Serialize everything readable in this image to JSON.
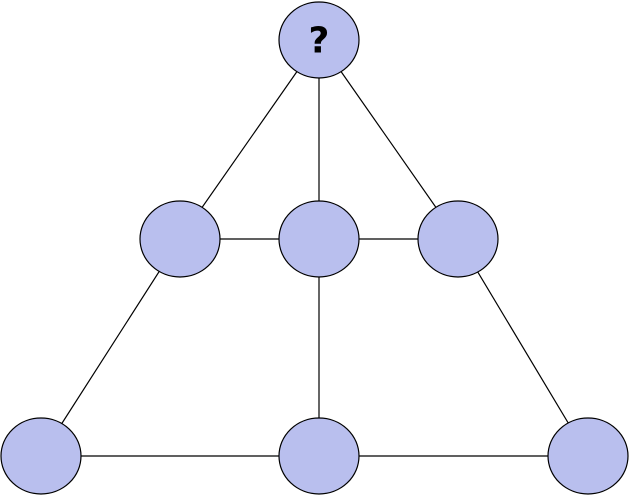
{
  "colors": {
    "node_fill": "#b9bfee",
    "node_stroke": "#000000",
    "edge": "#000000",
    "background": "#ffffff"
  },
  "nodes": [
    {
      "id": "top",
      "label": "?"
    },
    {
      "id": "middle-left",
      "label": ""
    },
    {
      "id": "middle-center",
      "label": ""
    },
    {
      "id": "middle-right",
      "label": ""
    },
    {
      "id": "bottom-left",
      "label": ""
    },
    {
      "id": "bottom-center",
      "label": ""
    },
    {
      "id": "bottom-right",
      "label": ""
    }
  ],
  "edges": [
    [
      "top",
      "middle-left"
    ],
    [
      "top",
      "middle-center"
    ],
    [
      "top",
      "middle-right"
    ],
    [
      "middle-left",
      "middle-center"
    ],
    [
      "middle-center",
      "middle-right"
    ],
    [
      "middle-left",
      "bottom-left"
    ],
    [
      "middle-center",
      "bottom-center"
    ],
    [
      "middle-right",
      "bottom-right"
    ],
    [
      "bottom-left",
      "bottom-center"
    ],
    [
      "bottom-center",
      "bottom-right"
    ]
  ]
}
